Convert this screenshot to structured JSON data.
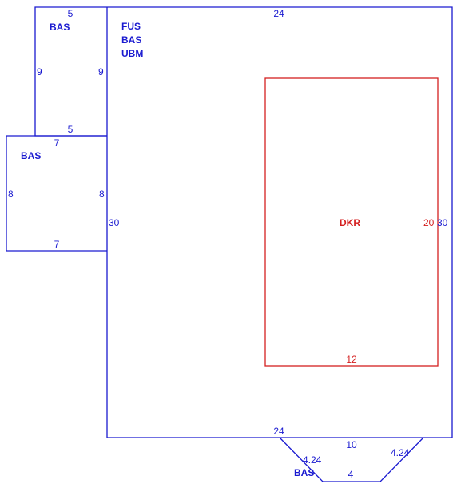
{
  "colors": {
    "structure": "#1a1ad0",
    "deck": "#d42020"
  },
  "main_area": {
    "labels": [
      "FUS",
      "BAS",
      "UBM"
    ],
    "dims": {
      "top": "24",
      "bottom": "24",
      "left": "30",
      "right": "30"
    }
  },
  "upper_wing": {
    "label": "BAS",
    "dims": {
      "top": "5",
      "bottom": "5",
      "left": "9",
      "right": "9"
    }
  },
  "lower_wing": {
    "label": "BAS",
    "dims": {
      "top": "7",
      "bottom": "7",
      "left": "8",
      "right": "8"
    }
  },
  "deck": {
    "label": "DKR",
    "dims": {
      "bottom": "12",
      "right": "20"
    }
  },
  "bay": {
    "label": "BAS",
    "dims": {
      "top": "10",
      "left": "4.24",
      "right": "4.24",
      "bottom": "4"
    }
  }
}
